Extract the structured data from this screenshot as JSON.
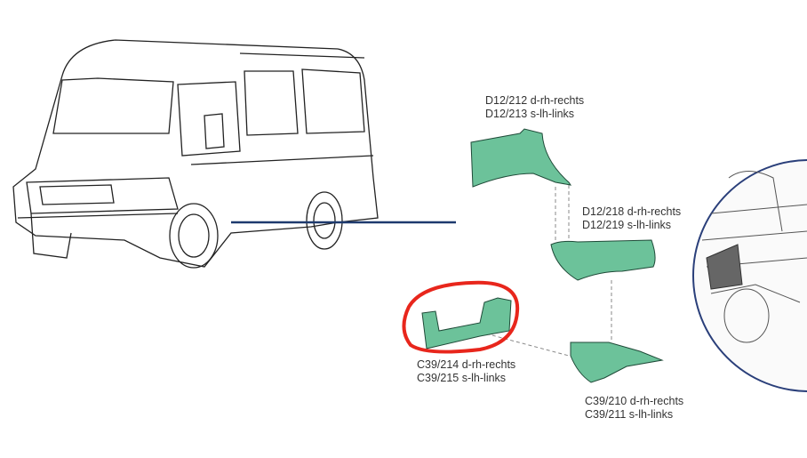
{
  "colors": {
    "part_fill": "#6cc29a",
    "part_stroke": "#1f4a38",
    "pointer_line": "#1e3a6e",
    "highlight": "#e8261c",
    "inset_border": "#2a3f7a"
  },
  "parts": [
    {
      "id": "D12-212",
      "line1": "D12/212 d-rh-rechts",
      "line2": "D12/213 s-lh-links"
    },
    {
      "id": "D12-218",
      "line1": "D12/218 d-rh-rechts",
      "line2": "D12/219 s-lh-links"
    },
    {
      "id": "C39-214",
      "line1": "C39/214 d-rh-rechts",
      "line2": "C39/215 s-lh-links"
    },
    {
      "id": "C39-210",
      "line1": "C39/210 d-rh-rechts",
      "line2": "C39/211 s-lh-links"
    }
  ]
}
